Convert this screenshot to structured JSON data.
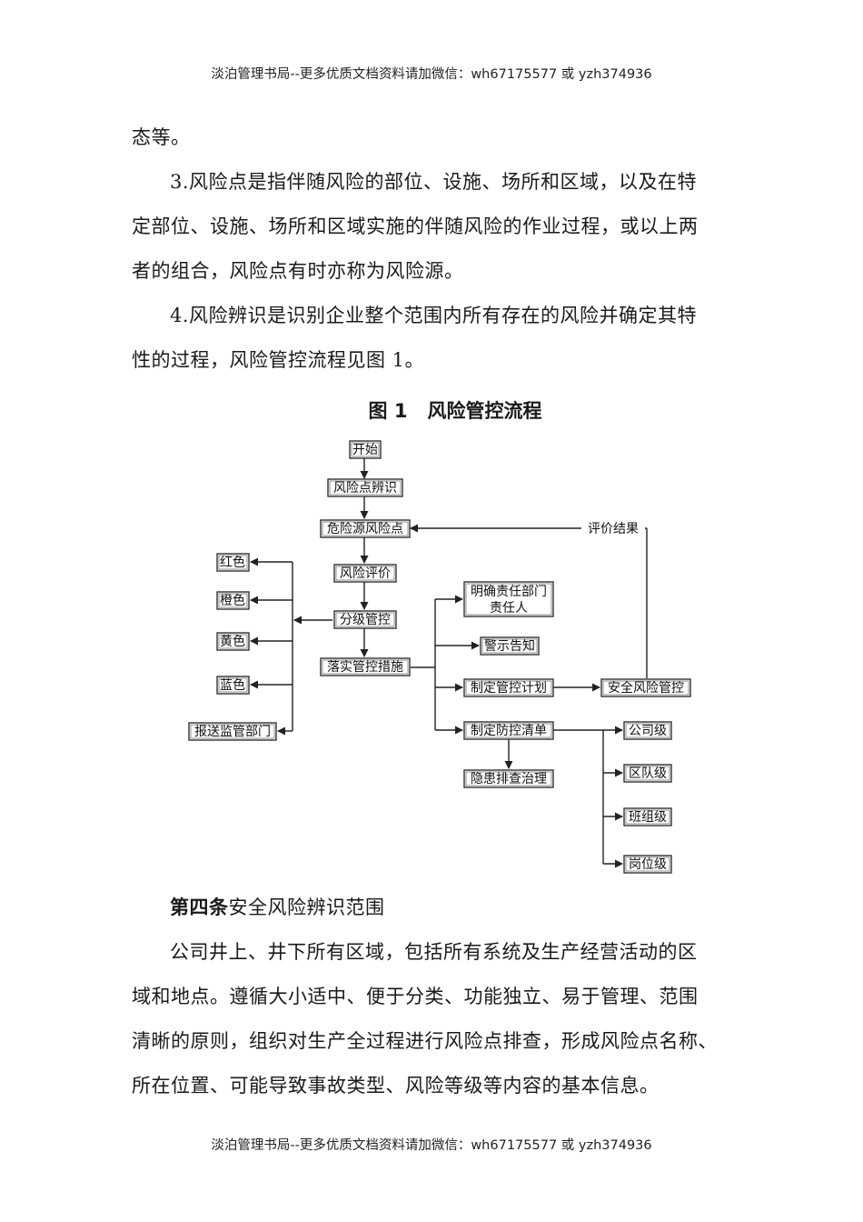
{
  "header": {
    "text": "淡泊管理书局--更多优质文档资料请加微信：wh67175577 或 yzh374936"
  },
  "footer": {
    "text": "淡泊管理书局--更多优质文档资料请加微信：wh67175577 或 yzh374936"
  },
  "body_top": {
    "continuation": "态等。",
    "item3": [
      "3.风险点是指伴随风险的部位、设施、场所和区域，以及在特",
      "定部位、设施、场所和区域实施的伴随风险的作业过程，或以上两",
      "者的组合，风险点有时亦称为风险源。"
    ],
    "item4": [
      "4.风险辨识是识别企业整个范围内所有存在的风险并确定其特",
      "性的过程，风险管控流程见图 1。"
    ]
  },
  "figure": {
    "caption_num": "图 1",
    "caption_title": "风险管控流程",
    "nodes": {
      "start": "开始",
      "identify": "风险点辨识",
      "hazard": "危险源风险点",
      "assess": "风险评价",
      "grade": "分级管控",
      "implement": "落实管控措施",
      "red": "红色",
      "orange": "橙色",
      "yellow": "黄色",
      "blue": "蓝色",
      "report": "报送监管部门",
      "dept_line1": "明确责任部门",
      "dept_line2": "责任人",
      "warning": "警示告知",
      "plan": "制定管控计划",
      "safety": "安全风险管控",
      "checklist": "制定防控清单",
      "company": "公司级",
      "district": "区队级",
      "team": "班组级",
      "post": "岗位级",
      "hidden": "隐患排查治理"
    },
    "feedback_label": "评价结果"
  },
  "article4": {
    "heading": "第四条",
    "title": "安全风险辨识范围",
    "lines": [
      "公司井上、井下所有区域，包括所有系统及生产经营活动的区",
      "域和地点。遵循大小适中、便于分类、功能独立、易于管理、范围",
      "清晰的原则，组织对生产全过程进行风险点排查，形成风险点名称、",
      "所在位置、可能导致事故类型、风险等级等内容的基本信息。"
    ]
  }
}
